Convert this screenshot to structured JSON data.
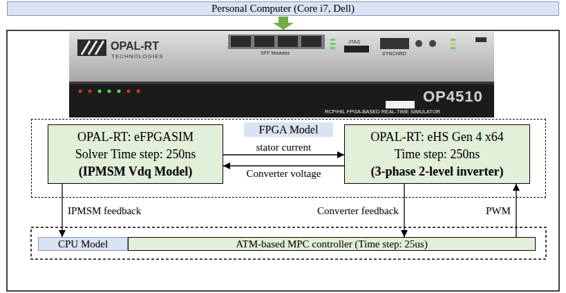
{
  "diagram": {
    "nodes": [
      {
        "text": [
          "Personal Computer (Core i7, Dell)"
        ]
      },
      {
        "text": [
          "FPGA Model"
        ]
      },
      {
        "text": [
          "OPAL-RT: eFPGASIM",
          "Solver Time step: 250ns",
          "(IPMSM Vdq Model)"
        ],
        "in": 1
      },
      {
        "text": [
          "OPAL-RT: eHS Gen 4 x64",
          "Time step: 250ns",
          "(3-phase 2-level inverter)"
        ],
        "in": 1
      },
      {
        "text": [
          "CPU Model"
        ]
      },
      {
        "text": [
          "ATM-based MPC controller (Time step: 25us)"
        ]
      }
    ],
    "edges": [
      {
        "from": 2,
        "to": 3,
        "label": "stator current",
        "arrow": "to"
      },
      {
        "from": 3,
        "to": 2,
        "label": "Converter voltage",
        "arrow": "to"
      },
      {
        "from": 2,
        "to": 4,
        "label": "IPMSM feedback",
        "arrow": "to"
      },
      {
        "from": 3,
        "to": 5,
        "label": "Converter feedback",
        "arrow": "to"
      },
      {
        "from": 5,
        "to": 3,
        "label": "PWM",
        "arrow": "to"
      }
    ],
    "labels": [
      "OPAL-RT",
      "TECHNOLOGIES",
      "SFP Modules",
      "JTAG",
      "SYNCHRO",
      "OP4510",
      "RCP/HIL FPGA-BASED REAL-TIME SIMULATOR"
    ]
  }
}
